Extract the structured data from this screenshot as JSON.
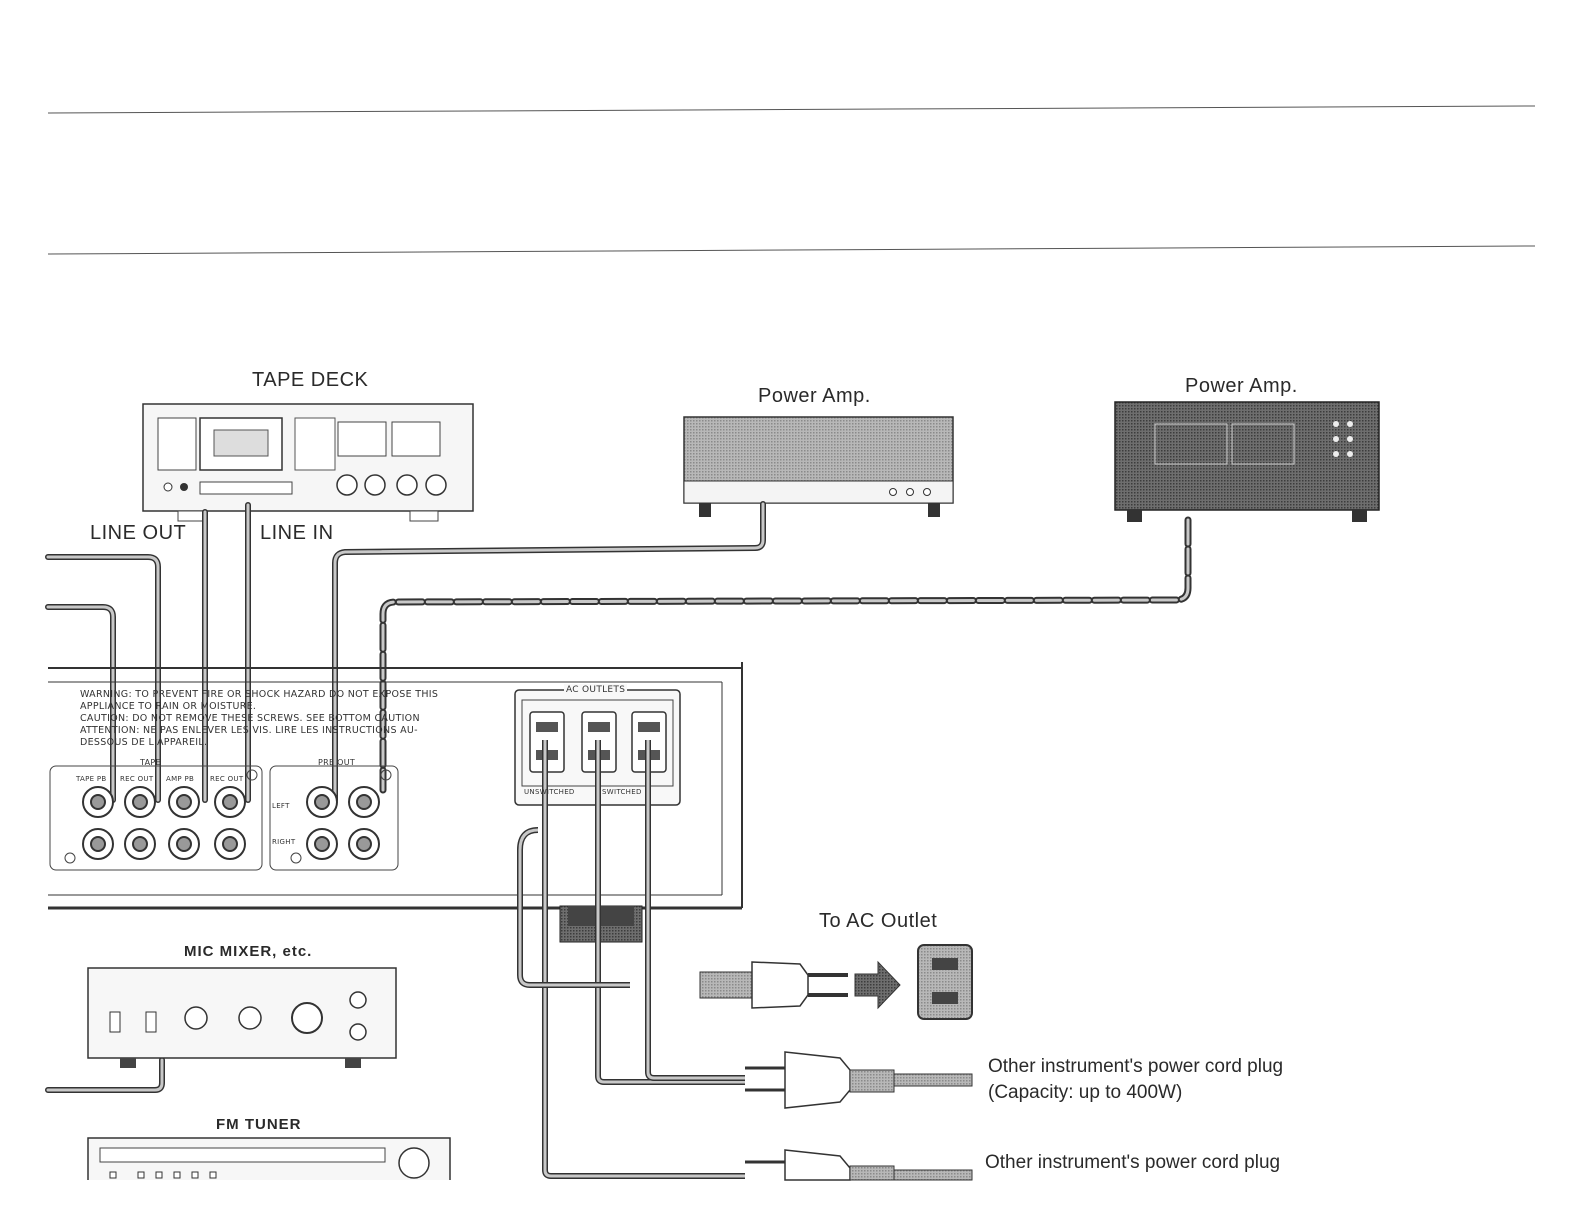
{
  "labels": {
    "tape_deck": "TAPE DECK",
    "power_amp_1": "Power Amp.",
    "power_amp_2": "Power Amp.",
    "line_out": "LINE OUT",
    "line_in": "LINE IN",
    "mic_mixer": "MIC MIXER, etc.",
    "fm_tuner": "FM TUNER",
    "to_ac_outlet": "To AC Outlet",
    "other_cord_1": "Other instrument's power cord plug",
    "other_cord_1_capacity": "(Capacity: up to 400W)",
    "other_cord_2": "Other instrument's power cord plug"
  },
  "panel": {
    "warning_lines": [
      "WARNING: TO PREVENT FIRE OR SHOCK HAZARD DO NOT EXPOSE THIS",
      "APPLIANCE TO RAIN OR MOISTURE.",
      "CAUTION: DO NOT REMOVE THESE SCREWS. SEE BOTTOM CAUTION",
      "ATTENTION: NE PAS ENLEVER LES VIS. LIRE LES INSTRUCTIONS AU-",
      "DESSOUS DE L'APPAREIL."
    ],
    "tape_group": "TAPE",
    "tape_jacks": [
      "TAPE PB",
      "REC OUT",
      "AMP PB",
      "REC OUT"
    ],
    "pre_out_group": "PRE OUT",
    "left": "LEFT",
    "right": "RIGHT",
    "ac_outlets_title": "AC OUTLETS",
    "unswitched": "UNSWITCHED",
    "switched": "SWITCHED"
  }
}
